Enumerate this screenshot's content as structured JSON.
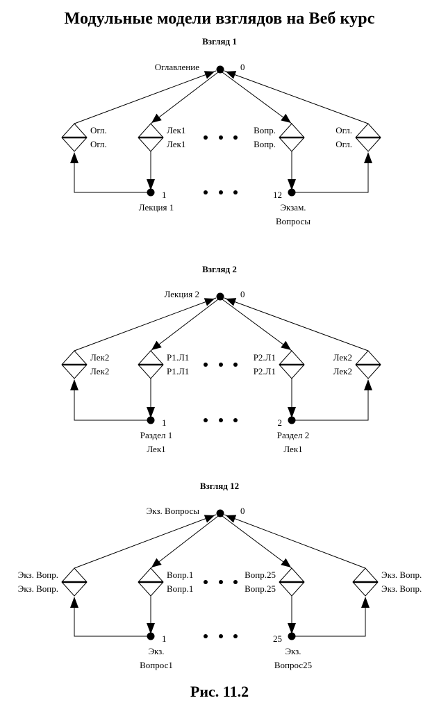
{
  "title": "Модульные модели взглядов на Веб курс",
  "caption": "Рис. 11.2",
  "views": [
    {
      "name": "Взгляд 1",
      "root_label": "Оглавление",
      "root_number": "0",
      "links": [
        {
          "top": "Огл.",
          "bottom": "Огл.",
          "label_side": "right"
        },
        {
          "top": "Лек1",
          "bottom": "Лек1",
          "label_side": "right"
        },
        {
          "top": "Вопр.",
          "bottom": "Вопр.",
          "label_side": "left"
        },
        {
          "top": "Огл.",
          "bottom": "Огл.",
          "label_side": "left"
        }
      ],
      "nodes": [
        {
          "number": "1",
          "lines": [
            "Лекция 1"
          ]
        },
        {
          "number": "12",
          "lines": [
            "Экзам.",
            "Вопросы"
          ]
        }
      ],
      "ellipsis": "• • •"
    },
    {
      "name": "Взгляд 2",
      "root_label": "Лекция 2",
      "root_number": "0",
      "links": [
        {
          "top": "Лек2",
          "bottom": "Лек2",
          "label_side": "right"
        },
        {
          "top": "Р1.Л1",
          "bottom": "Р1.Л1",
          "label_side": "right"
        },
        {
          "top": "Р2.Л1",
          "bottom": "Р2.Л1",
          "label_side": "left"
        },
        {
          "top": "Лек2",
          "bottom": "Лек2",
          "label_side": "left"
        }
      ],
      "nodes": [
        {
          "number": "1",
          "lines": [
            "Раздел 1",
            "Лек1"
          ]
        },
        {
          "number": "2",
          "lines": [
            "Раздел 2",
            "Лек1"
          ]
        }
      ],
      "ellipsis": "• • •"
    },
    {
      "name": "Взгляд 12",
      "root_label": "Экз. Вопросы",
      "root_number": "0",
      "links": [
        {
          "top": "Экз. Вопр.",
          "bottom": "Экз. Вопр.",
          "label_side": "left"
        },
        {
          "top": "Вопр.1",
          "bottom": "Вопр.1",
          "label_side": "right"
        },
        {
          "top": "Вопр.25",
          "bottom": "Вопр.25",
          "label_side": "left"
        },
        {
          "top": "Экз. Вопр.",
          "bottom": "Экз. Вопр.",
          "label_side": "right"
        }
      ],
      "nodes": [
        {
          "number": "1",
          "lines": [
            "Экз.",
            "Вопрос1"
          ]
        },
        {
          "number": "25",
          "lines": [
            "Экз.",
            "Вопрос25"
          ]
        }
      ],
      "ellipsis": "• • •"
    }
  ]
}
